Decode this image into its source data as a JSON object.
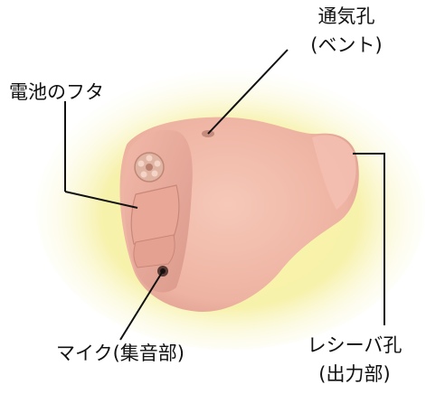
{
  "labels": {
    "vent_line1": "通気孔",
    "vent_line2": "(ベント)",
    "battery_cover": "電池のフタ",
    "receiver_line1": "レシーバ孔",
    "receiver_line2": "(出力部)",
    "microphone": "マイク(集音部)"
  },
  "colors": {
    "glow": "#f5f08a",
    "shell": "#f0b8a8",
    "shell_shadow": "#d99484",
    "faceplate": "#e8a898",
    "leader_line": "#111111"
  }
}
